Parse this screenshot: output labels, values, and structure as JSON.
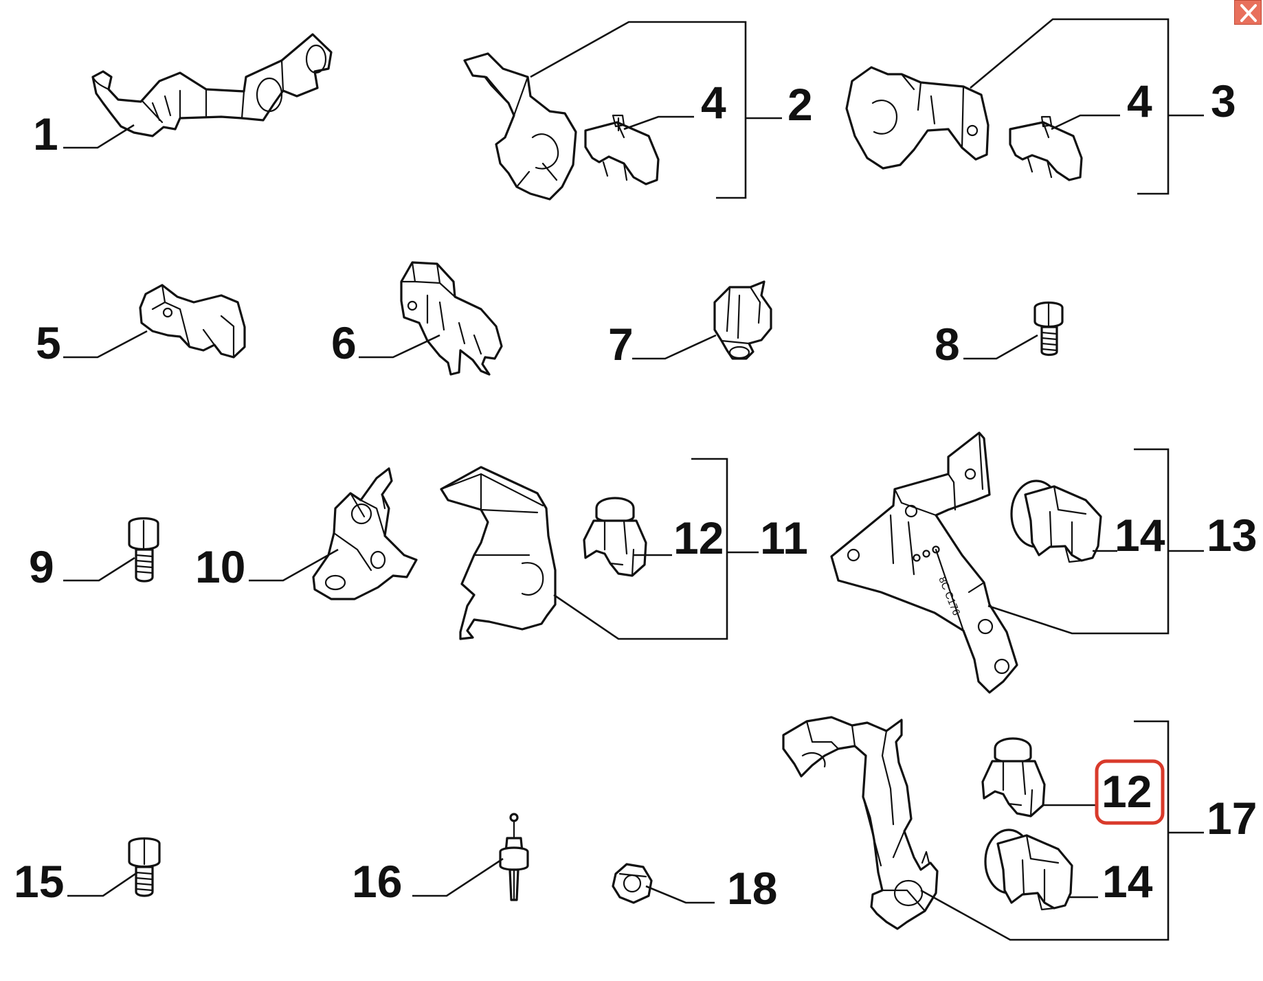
{
  "close_button": {
    "icon": "close-icon",
    "color": "#e8705c"
  },
  "highlight_color": "#d93a2b",
  "callouts": {
    "c1": "1",
    "c2": "2",
    "c3": "3",
    "c4a": "4",
    "c4b": "4",
    "c5": "5",
    "c6": "6",
    "c7": "7",
    "c8": "8",
    "c9": "9",
    "c10": "10",
    "c11": "11",
    "c12a": "12",
    "c12b": "12",
    "c13": "13",
    "c14a": "14",
    "c14b": "14",
    "c15": "15",
    "c16": "16",
    "c17": "17",
    "c18": "18"
  },
  "highlighted_callout": "12",
  "part_markings": {
    "bracket_13_code": "8C C176"
  }
}
